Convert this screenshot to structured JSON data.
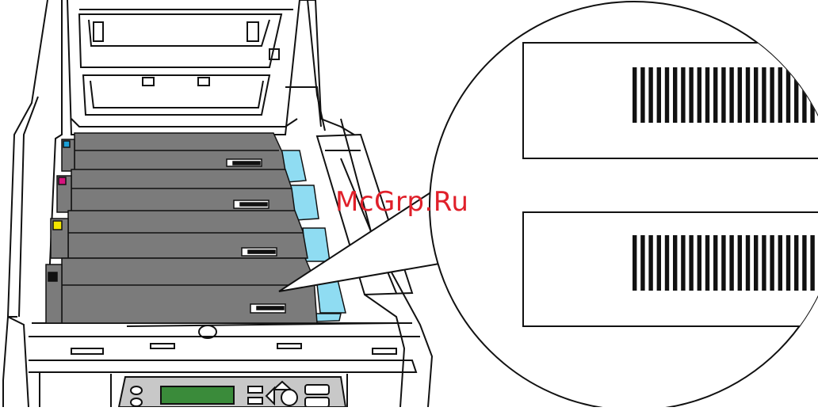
{
  "watermark": {
    "text": "McGrp.Ru",
    "color": "#e0202a"
  },
  "colors": {
    "line": "#111111",
    "drum_body": "#7b7b7b",
    "tab_blue": "#8fdcf2",
    "lcd_green": "#3a8b3a",
    "panel_gray": "#c8c8c8"
  },
  "drums": [
    {
      "name": "cyan",
      "indicator_color": "#1c9fd6"
    },
    {
      "name": "magenta",
      "indicator_color": "#d5147e"
    },
    {
      "name": "yellow",
      "indicator_color": "#f3e600"
    },
    {
      "name": "black",
      "indicator_color": "#111111"
    }
  ],
  "callout": {
    "labels": [
      {
        "name": "upper-label",
        "bar_count": 23
      },
      {
        "name": "lower-label",
        "bar_count": 23
      }
    ]
  },
  "icons": {
    "lcd": "lcd-display-icon",
    "nav": "navigation-keys-icon"
  }
}
